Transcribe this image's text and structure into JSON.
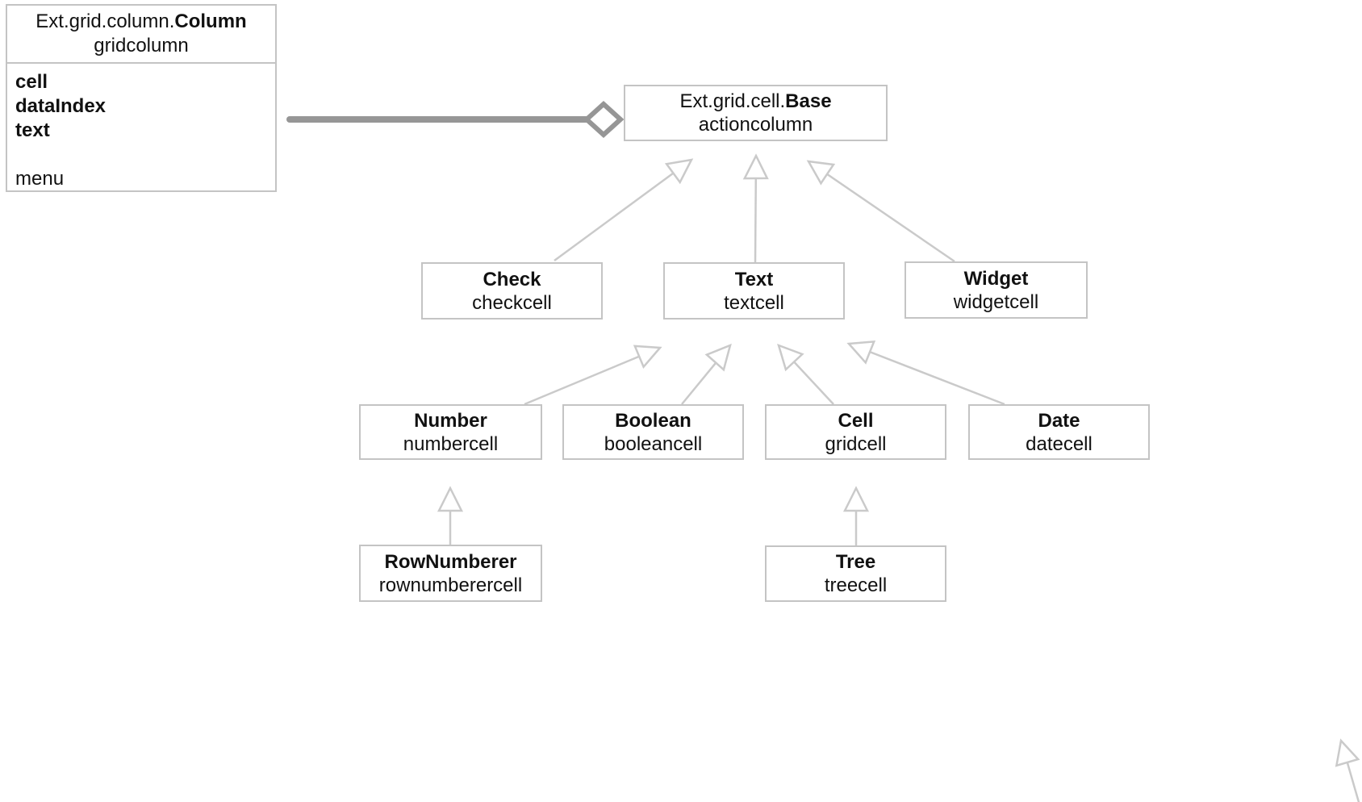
{
  "diagram": {
    "colors": {
      "background": "#ffffff",
      "box_border": "#c4c4c4",
      "edge": "#cacaca",
      "composition": "#969696",
      "text": "#111111"
    },
    "column_box": {
      "title_prefix": "Ext.grid.column.",
      "title_name": "Column",
      "alias": "gridcolumn",
      "members": {
        "m1": "cell",
        "m2": "dataIndex",
        "m3": "text",
        "m4": "menu"
      }
    },
    "base_box": {
      "title_prefix": "Ext.grid.cell.",
      "title_name": "Base",
      "alias": "actioncolumn"
    },
    "check_box": {
      "name": "Check",
      "alias": "checkcell"
    },
    "text_box": {
      "name": "Text",
      "alias": "textcell"
    },
    "widget_box": {
      "name": "Widget",
      "alias": "widgetcell"
    },
    "number_box": {
      "name": "Number",
      "alias": "numbercell"
    },
    "boolean_box": {
      "name": "Boolean",
      "alias": "booleancell"
    },
    "cell_box": {
      "name": "Cell",
      "alias": "gridcell"
    },
    "date_box": {
      "name": "Date",
      "alias": "datecell"
    },
    "rownumberer_box": {
      "name": "RowNumberer",
      "alias": "rownumberercell"
    },
    "tree_box": {
      "name": "Tree",
      "alias": "treecell"
    }
  }
}
